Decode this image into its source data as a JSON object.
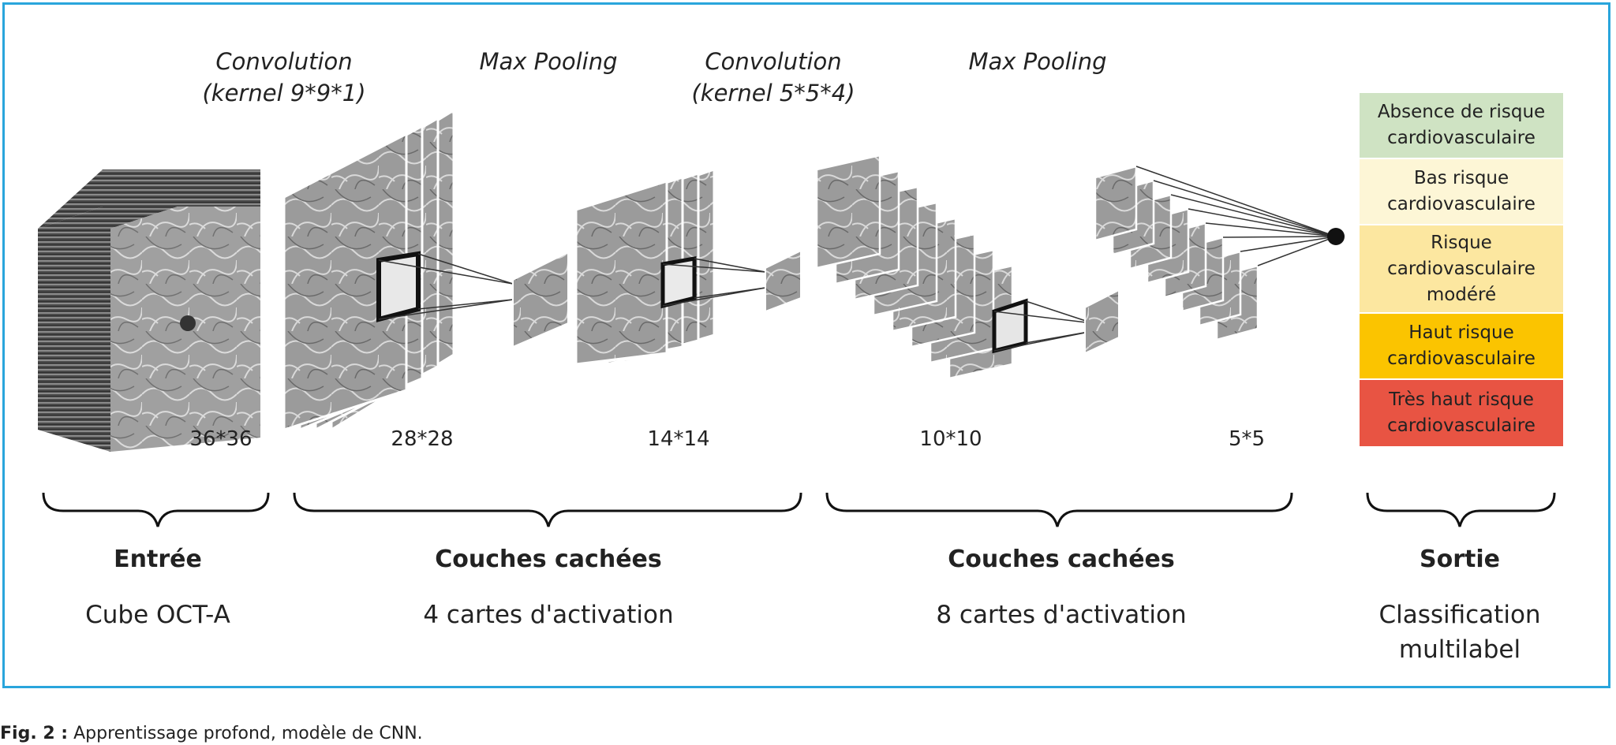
{
  "operations": {
    "conv1": [
      "Convolution",
      "(kernel 9*9*1)"
    ],
    "pool1": "Max Pooling",
    "conv2": [
      "Convolution",
      "(kernel 5*5*4)"
    ],
    "pool2": "Max Pooling"
  },
  "dimensions": [
    "36*36",
    "28*28",
    "14*14",
    "10*10",
    "5*5"
  ],
  "sections": [
    {
      "title": "Entrée",
      "subtitle": "Cube OCT-A"
    },
    {
      "title": "Couches cachées",
      "subtitle": "4 cartes d'activation"
    },
    {
      "title": "Couches cachées",
      "subtitle": "8 cartes d'activation"
    },
    {
      "title": "Sortie",
      "subtitle": [
        "Classification",
        "multilabel"
      ]
    }
  ],
  "classes": [
    {
      "lines": [
        "Absence de risque",
        "cardiovasculaire"
      ],
      "color": "#cfe3c3"
    },
    {
      "lines": [
        "Bas risque",
        "cardiovasculaire"
      ],
      "color": "#fdf6d6"
    },
    {
      "lines": [
        "Risque",
        "cardiovasculaire",
        "modéré"
      ],
      "color": "#fce7a0"
    },
    {
      "lines": [
        "Haut risque",
        "cardiovasculaire"
      ],
      "color": "#fbc400"
    },
    {
      "lines": [
        "Très haut risque",
        "cardiovasculaire"
      ],
      "color": "#e85443"
    }
  ],
  "caption": {
    "label": "Fig. 2 :",
    "text": " Apprentissage profond, modèle de CNN."
  },
  "colors": {
    "frame": "#29a5dc"
  }
}
